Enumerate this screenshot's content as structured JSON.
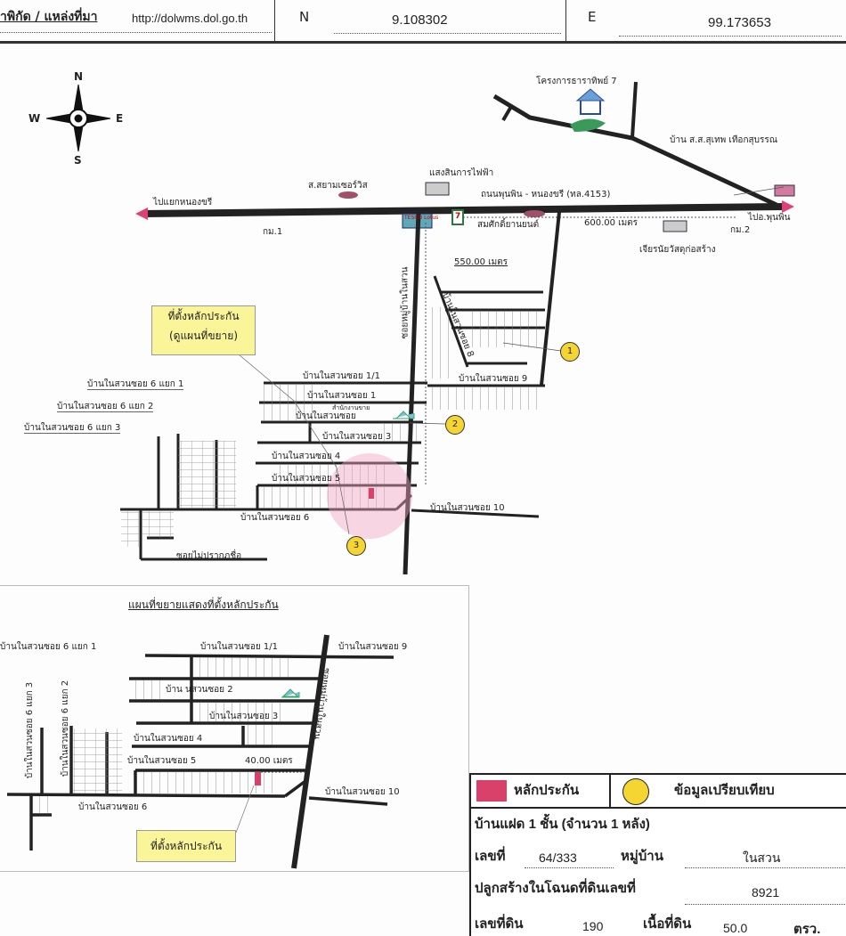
{
  "header": {
    "source_label": "าพิกัด / แหล่งที่มา",
    "source_url": "http://dolwms.dol.go.th",
    "n_label": "N",
    "n_value": "9.108302",
    "e_label": "E",
    "e_value": "99.173653"
  },
  "compass": {
    "n": "N",
    "s": "S",
    "e": "E",
    "w": "W"
  },
  "main_map": {
    "labels": {
      "thip7": "โครงการธาราทิพย์ 7",
      "house_mp": "บ้าน ส.ส.สุเทพ เทือกสุบรรณ",
      "sangsin": "แสงสินการไฟฟ้า",
      "siam": "ส.สยามเซอร์วิส",
      "highway": "ถนนพุนพิน - หนองขรี (ทล.4153)",
      "to_nongkhri": "ไปแยกหนองขรี",
      "km1": "กม.1",
      "to_phunphin": "ไปอ.พุนพิน",
      "km2": "กม.2",
      "somsak": "สมศักดิ์ยานยนต์",
      "dist600": "600.00 เมตร",
      "chiansin": "เจียรนัยวัสดุก่อสร้าง",
      "dist550": "550.00 เมตร",
      "main_soi": "ซอยหมู่บ้านในสวน",
      "soi8": "บ้านในสวนซอย 8",
      "soi1_1": "บ้านในสวนซอย 1/1",
      "soi1": "บ้านในสวนซอย 1",
      "soi2": "บ้านในสวนซอย",
      "sales_office": "สำนักงานขาย",
      "soi3": "บ้านในสวนซอย 3",
      "soi4": "บ้านในสวนซอย 4",
      "soi5": "บ้านในสวนซอย 5",
      "soi6": "บ้านในสวนซอย 6",
      "soi9": "บ้านในสวนซอย 9",
      "soi10": "บ้านในสวนซอย 10",
      "soi6_1": "บ้านในสวนซอย 6 แยก 1",
      "soi6_2": "บ้านในสวนซอย 6 แยก 2",
      "soi6_3": "บ้านในสวนซอย 6 แยก 3",
      "unnamed": "ซอยไม่ปรากฏชื่อ",
      "tesco": "TESCO Lotus",
      "seven": "7"
    },
    "callout": {
      "line1": "ที่ตั้งหลักประกัน",
      "line2": "(ดูแผนที่ขยาย)"
    },
    "markers": [
      "1",
      "2",
      "3"
    ]
  },
  "inset": {
    "title": "แผนที่ขยายแสดงที่ตั้งหลักประกัน",
    "soi6_1": "บ้านในสวนซอย 6 แยก 1",
    "soi6_2": "บ้านในสวนซอย 6 แยก 2",
    "soi6_3": "บ้านในสวนซอย 6 แยก 3",
    "soi1_1": "บ้านในสวนซอย 1/1",
    "soi9": "บ้านในสวนซอย 9",
    "soi2": "บ้าน นสวนซอย 2",
    "soi3": "บ้านในสวนซอย 3",
    "soi4": "บ้านในสวนซอย 4",
    "soi5": "บ้านในสวนซอย 5",
    "dist40": "40.00 เมตร",
    "soi6": "บ้านในสวนซอย 6",
    "soi10": "บ้านในสวนซอย 10",
    "main_soi": "ซอยหมู่บ้านในสวน",
    "callout": "ที่ตั้งหลักประกัน"
  },
  "legend": {
    "collateral": "หลักประกัน",
    "comparison": "ข้อมูลเปรียบเทียบ",
    "house_type": "บ้านแฝด 1 ชั้น (จำนวน 1 หลัง)",
    "no_label": "เลขที่",
    "no_value": "64/333",
    "village_label": "หมู่บ้าน",
    "village_value": "ในสวน",
    "deed_label": "ปลูกสร้างในโฉนดที่ดินเลขที่",
    "deed_value": "8921",
    "land_no_label": "เลขที่ดิน",
    "land_no_value": "190",
    "area_label": "เนื้อที่ดิน",
    "area_value": "50.0",
    "area_unit": "ตรว.",
    "colors": {
      "collateral": "#d9406a",
      "comparison": "#f5d531"
    }
  }
}
